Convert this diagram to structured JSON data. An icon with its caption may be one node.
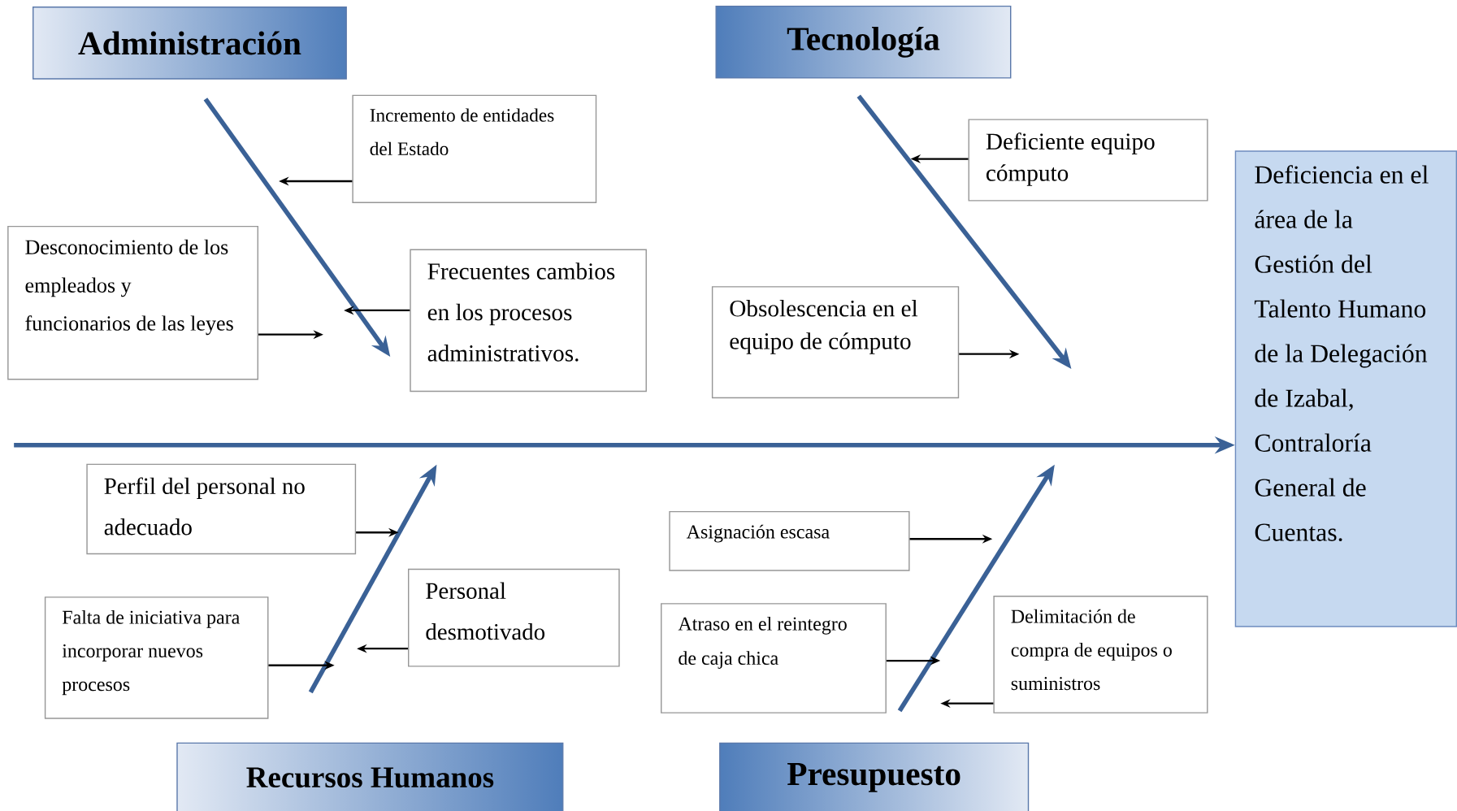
{
  "diagram": {
    "nodes": [
      {
        "text": [
          "Administración"
        ]
      },
      {
        "text": [
          "Tecnología"
        ]
      },
      {
        "text": [
          "Recursos Humanos"
        ]
      },
      {
        "text": [
          "Presupuesto"
        ]
      },
      {
        "text": [
          "Deficiencia en el área de la Gestión del Talento Humano de la Delegación de Izabal, Contraloría General de Cuentas."
        ]
      },
      {
        "text": [
          "Incremento de entidades del Estado"
        ]
      },
      {
        "text": [
          "Desconocimiento de los empleados y funcionarios de las leyes"
        ]
      },
      {
        "text": [
          "Frecuentes cambios en los procesos administrativos."
        ]
      },
      {
        "text": [
          "Deficiente equipo cómputo"
        ]
      },
      {
        "text": [
          "Obsolescencia en el equipo de cómputo"
        ]
      },
      {
        "text": [
          "Perfil del personal no adecuado"
        ]
      },
      {
        "text": [
          "Personal desmotivado"
        ]
      },
      {
        "text": [
          "Falta de iniciativa para incorporar nuevos procesos"
        ]
      },
      {
        "text": [
          "Asignación escasa"
        ]
      },
      {
        "text": [
          "Atraso en el reintegro de caja chica"
        ]
      },
      {
        "text": [
          "Delimitación de compra de equipos o suministros"
        ]
      }
    ],
    "edges": [
      {
        "from": null,
        "to": 4,
        "arrow": "to",
        "style": "thick",
        "color": "#3a6196"
      },
      {
        "from": 0,
        "to": null,
        "arrow": "to",
        "style": "thick",
        "color": "#3a6196"
      },
      {
        "from": 1,
        "to": null,
        "arrow": "to",
        "style": "thick",
        "color": "#3a6196"
      },
      {
        "from": 2,
        "to": null,
        "arrow": "to",
        "style": "thick",
        "color": "#3a6196"
      },
      {
        "from": 3,
        "to": null,
        "arrow": "to",
        "style": "thick",
        "color": "#3a6196"
      },
      {
        "from": 5,
        "to": null,
        "arrow": "to"
      },
      {
        "from": 6,
        "to": null,
        "arrow": "to"
      },
      {
        "from": 7,
        "to": null,
        "arrow": "to"
      },
      {
        "from": 8,
        "to": null,
        "arrow": "to"
      },
      {
        "from": 9,
        "to": null,
        "arrow": "to"
      },
      {
        "from": 10,
        "to": null,
        "arrow": "to"
      },
      {
        "from": 11,
        "to": null,
        "arrow": "to"
      },
      {
        "from": 12,
        "to": null,
        "arrow": "to"
      },
      {
        "from": 13,
        "to": null,
        "arrow": "to"
      },
      {
        "from": 14,
        "to": null,
        "arrow": "to"
      },
      {
        "from": 15,
        "to": null,
        "arrow": "to"
      }
    ]
  }
}
